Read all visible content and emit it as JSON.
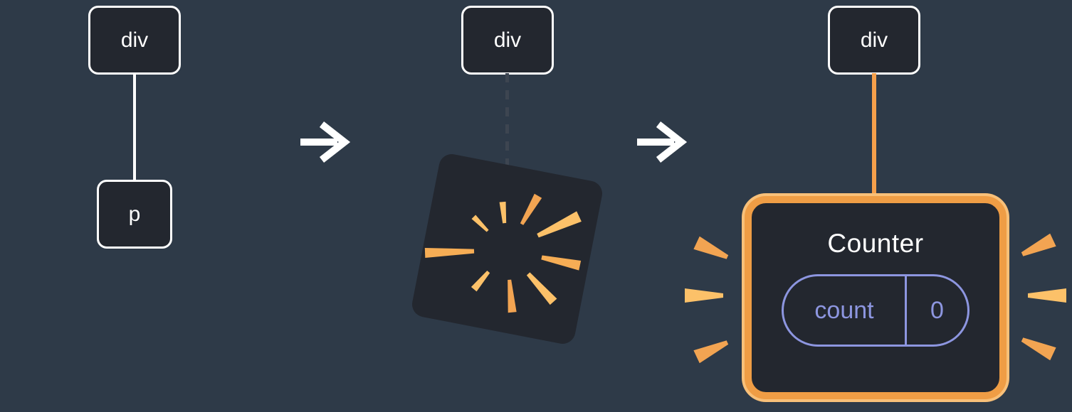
{
  "diagram": {
    "description": "Three-step transformation: a DOM tree (div with p child) has its contents destroyed, then a Counter component is attached under the div",
    "step1": {
      "parent_label": "div",
      "child_label": "p"
    },
    "step2": {
      "parent_label": "div"
    },
    "step3": {
      "parent_label": "div"
    }
  },
  "counter": {
    "title": "Counter",
    "state_label": "count",
    "state_value": "0"
  },
  "colors": {
    "background": "#2e3a48",
    "node_fill": "#23272f",
    "node_border": "#ffffff",
    "arrow": "#ffffff",
    "dashed_connector": "#3d4551",
    "accent_orange": "#ef9d45",
    "accent_orange_light": "#fcc169",
    "state_purple": "#8d96e0",
    "text": "#ffffff"
  }
}
